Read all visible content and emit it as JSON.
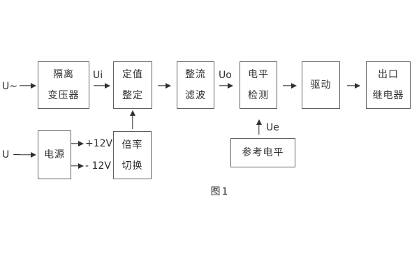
{
  "diagram": {
    "caption": "图1",
    "boxes": {
      "isolation_transformer": {
        "line1": "隔离",
        "line2": "变压器"
      },
      "setting_adjustment": {
        "line1": "定值",
        "line2": "整定"
      },
      "rectifier_filter": {
        "line1": "整流",
        "line2": "滤波"
      },
      "level_detection": {
        "line1": "电平",
        "line2": "检测"
      },
      "driver": {
        "line1": "驱动"
      },
      "output_relay": {
        "line1": "出口",
        "line2": "继电器"
      },
      "power_supply": {
        "line1": "电源"
      },
      "ratio_switching": {
        "line1": "倍率",
        "line2": "切换"
      },
      "reference_level": {
        "line1": "参考电平"
      }
    },
    "signals": {
      "ac_input": "U~",
      "dc_input": "U −",
      "ui": "Ui",
      "uo": "Uo",
      "ue": "Ue",
      "plus_12v": "+12V",
      "minus_12v": "- 12V"
    },
    "colors": {
      "line": "#303030",
      "border": "#5f5f5f",
      "text": "#2d2d2d",
      "background": "#ffffff"
    }
  }
}
